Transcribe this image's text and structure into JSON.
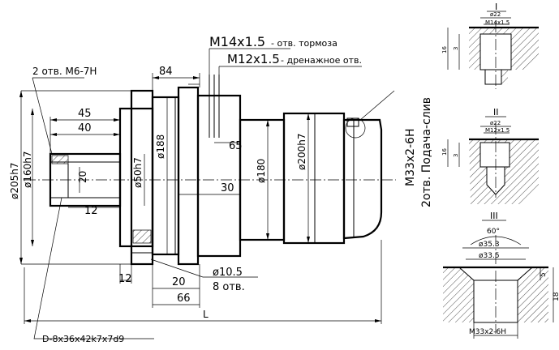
{
  "labels": {
    "holes_m6": "2 отв. М6-7Н",
    "m14_thread": "M14x1.5",
    "m14_note": "- отв. тормоза",
    "m12_thread": "M12x1.5",
    "m12_note": "- дренажное отв.",
    "dim_84": "84",
    "dim_45": "45",
    "dim_40": "40",
    "dim_20_small": "20",
    "dim_12_a": "12",
    "dim_12_b": "12",
    "dim_20_b": "20",
    "dim_66": "66",
    "dim_65": "65",
    "dim_30": "30",
    "dim_L": "L",
    "dia_205": "ø205h7",
    "dia_160": "ø160h7",
    "dia_50": "ø50h7",
    "dia_188": "ø188",
    "dia_180": "ø180",
    "dia_200": "ø200h7",
    "dia_10_5": "ø10.5",
    "holes_8": "8 отв.",
    "spline": "D-8x36x42k7x7d9",
    "side_thread": "M33x2-6H",
    "side_note": "2отв. Подача-слив"
  },
  "details": {
    "d1": {
      "title": "I",
      "dia": "ø22",
      "thread": "M14x1.5",
      "dim_a": "16",
      "dim_b": "3"
    },
    "d2": {
      "title": "II",
      "dia": "ø22",
      "thread": "M12x1.5",
      "dim_a": "16",
      "dim_b": "3"
    },
    "d3": {
      "title": "III",
      "angle": "60°",
      "dia_a": "ø35.3",
      "dia_b": "ø33.5",
      "dim_a": "5",
      "dim_b": "18",
      "thread": "M33x2-6Н"
    }
  }
}
